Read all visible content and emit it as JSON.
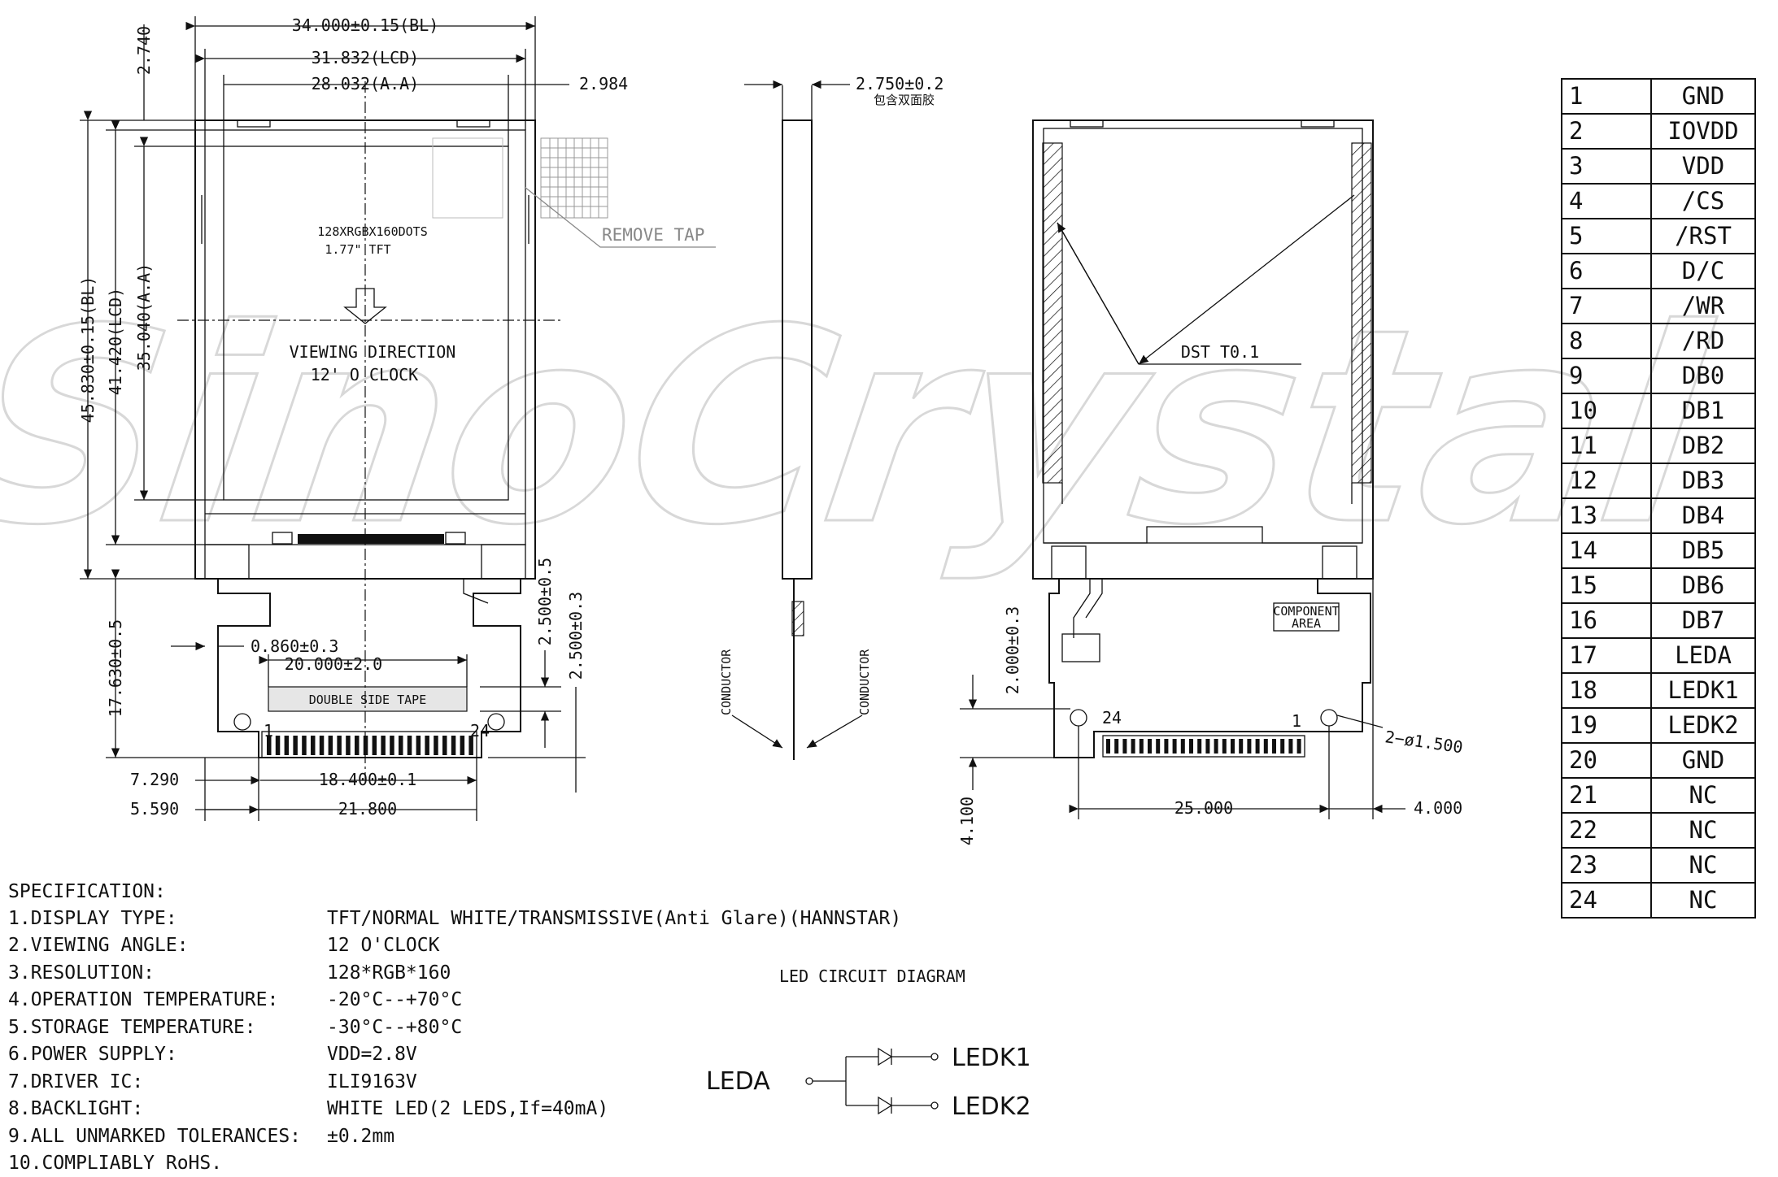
{
  "watermark": "SinoCrystal",
  "front_view": {
    "dim_bl_width": "34.000±0.15(BL)",
    "dim_lcd_width": "31.832(LCD)",
    "dim_aa_width": "28.032(A.A)",
    "dim_right_offset": "2.984",
    "dim_top_offset": "2.740",
    "dim_bl_height": "45.830±0.15(BL)",
    "dim_lcd_height": "41.420(LCD)",
    "dim_aa_height": "35.040(A.A)",
    "dim_fpc_length": "17.630±0.5",
    "dim_fpc_gap": "0.860±0.3",
    "dim_tape_width": "20.000±2.0",
    "dim_tape_offset1": "2.500±0.5",
    "dim_tape_offset2": "2.500±0.3",
    "dim_pitch_total": "18.400±0.1",
    "dim_fpc_width": "21.800",
    "dim_left1": "7.290",
    "dim_left2": "5.590",
    "resolution_text": "128XRGBX160DOTS",
    "size_text": "1.77\"  TFT",
    "viewing_text": "VIEWING DIRECTION",
    "clock_text": "12' O CLOCK",
    "remove_tap": "REMOVE TAP",
    "tape_label": "DOUBLE SIDE TAPE",
    "pin_first": "1",
    "pin_last": "24"
  },
  "side_view": {
    "dim_thickness": "2.750±0.2",
    "note_cn": "包含双面胶",
    "conductor_left": "CONDUCTOR",
    "conductor_right": "CONDUCTOR"
  },
  "back_view": {
    "dst_label": "DST T0.1",
    "component_area_1": "COMPONENT",
    "component_area_2": "AREA",
    "pin_24": "24",
    "pin_1": "1",
    "hole_label": "2−ø1.500",
    "dim_2000": "2.000±0.3",
    "dim_4100": "4.100",
    "dim_25000": "25.000",
    "dim_4000": "4.000"
  },
  "led_circuit": {
    "title": "LED CIRCUIT DIAGRAM",
    "anode": "LEDA",
    "cathode1": "LEDK1",
    "cathode2": "LEDK2"
  },
  "specification": {
    "title": "SPECIFICATION:",
    "items": [
      {
        "key": "1.DISPLAY TYPE:",
        "value": "TFT/NORMAL WHITE/TRANSMISSIVE(Anti Glare)(HANNSTAR)"
      },
      {
        "key": "2.VIEWING ANGLE:",
        "value": "12 O'CLOCK"
      },
      {
        "key": "3.RESOLUTION:",
        "value": "128*RGB*160"
      },
      {
        "key": "4.OPERATION TEMPERATURE:",
        "value": "-20°C--+70°C"
      },
      {
        "key": "5.STORAGE TEMPERATURE:",
        "value": "-30°C--+80°C"
      },
      {
        "key": "6.POWER SUPPLY:",
        "value": "VDD=2.8V"
      },
      {
        "key": "7.DRIVER IC:",
        "value": "ILI9163V"
      },
      {
        "key": "8.BACKLIGHT:",
        "value": "WHITE LED(2 LEDS,If=40mA)"
      },
      {
        "key": "9.ALL UNMARKED TOLERANCES:",
        "value": "±0.2mm"
      },
      {
        "key": "10.COMPLIABLY RoHS.",
        "value": ""
      }
    ]
  },
  "pin_table": [
    {
      "pin": "1",
      "name": "GND"
    },
    {
      "pin": "2",
      "name": "IOVDD"
    },
    {
      "pin": "3",
      "name": "VDD"
    },
    {
      "pin": "4",
      "name": "/CS"
    },
    {
      "pin": "5",
      "name": "/RST"
    },
    {
      "pin": "6",
      "name": "D/C"
    },
    {
      "pin": "7",
      "name": "/WR"
    },
    {
      "pin": "8",
      "name": "/RD"
    },
    {
      "pin": "9",
      "name": "DB0"
    },
    {
      "pin": "10",
      "name": "DB1"
    },
    {
      "pin": "11",
      "name": "DB2"
    },
    {
      "pin": "12",
      "name": "DB3"
    },
    {
      "pin": "13",
      "name": "DB4"
    },
    {
      "pin": "14",
      "name": "DB5"
    },
    {
      "pin": "15",
      "name": "DB6"
    },
    {
      "pin": "16",
      "name": "DB7"
    },
    {
      "pin": "17",
      "name": "LEDA"
    },
    {
      "pin": "18",
      "name": "LEDK1"
    },
    {
      "pin": "19",
      "name": "LEDK2"
    },
    {
      "pin": "20",
      "name": "GND"
    },
    {
      "pin": "21",
      "name": "NC"
    },
    {
      "pin": "22",
      "name": "NC"
    },
    {
      "pin": "23",
      "name": "NC"
    },
    {
      "pin": "24",
      "name": "NC"
    }
  ]
}
